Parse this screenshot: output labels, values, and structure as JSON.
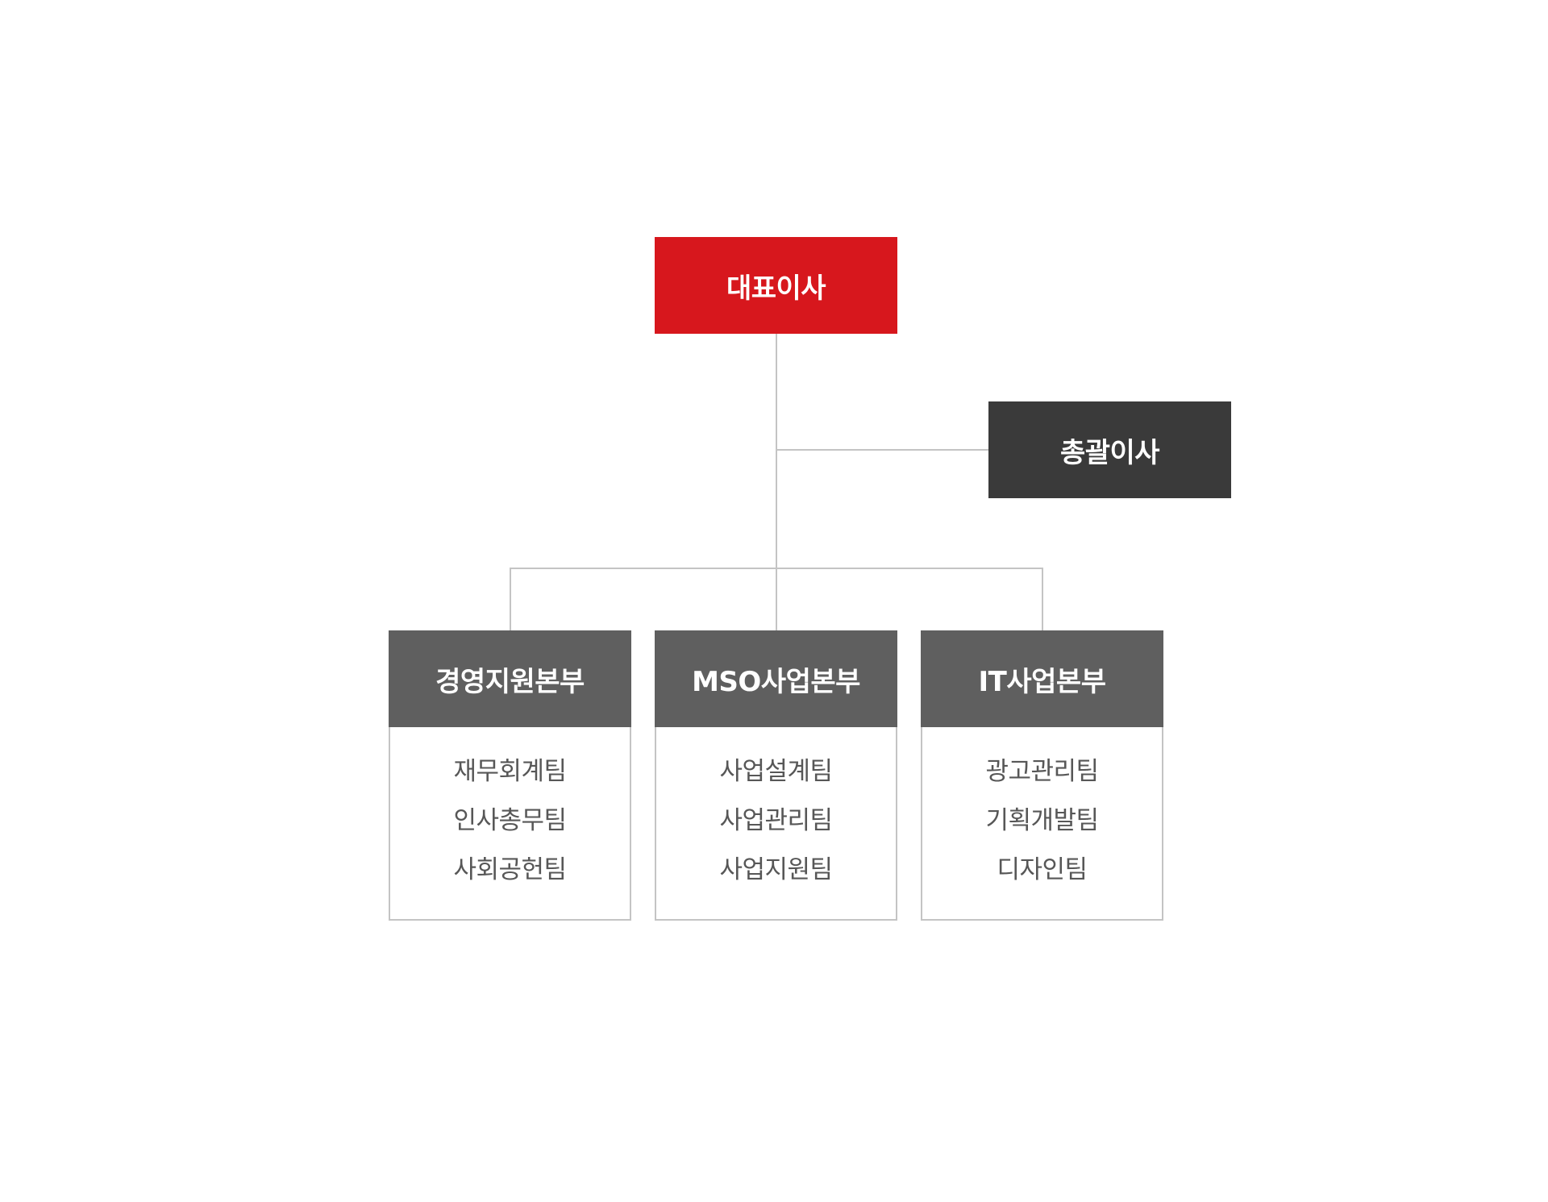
{
  "diagram": {
    "ceo": {
      "label": "대표이사"
    },
    "general_manager": {
      "label": "총괄이사"
    },
    "divisions": [
      {
        "label": "경영지원본부",
        "teams": [
          "재무회계팀",
          "인사총무팀",
          "사회공헌팀"
        ]
      },
      {
        "label": "MSO사업본부",
        "teams": [
          "사업설계팀",
          "사업관리팀",
          "사업지원팀"
        ]
      },
      {
        "label": "IT사업본부",
        "teams": [
          "광고관리팀",
          "기획개발팀",
          "디자인팀"
        ]
      }
    ],
    "colors": {
      "ceo": "#d7171d",
      "general_manager": "#3a3a3a",
      "division_header": "#5f5f5f",
      "connector": "#c4c4c4",
      "team_text": "#575757"
    }
  }
}
